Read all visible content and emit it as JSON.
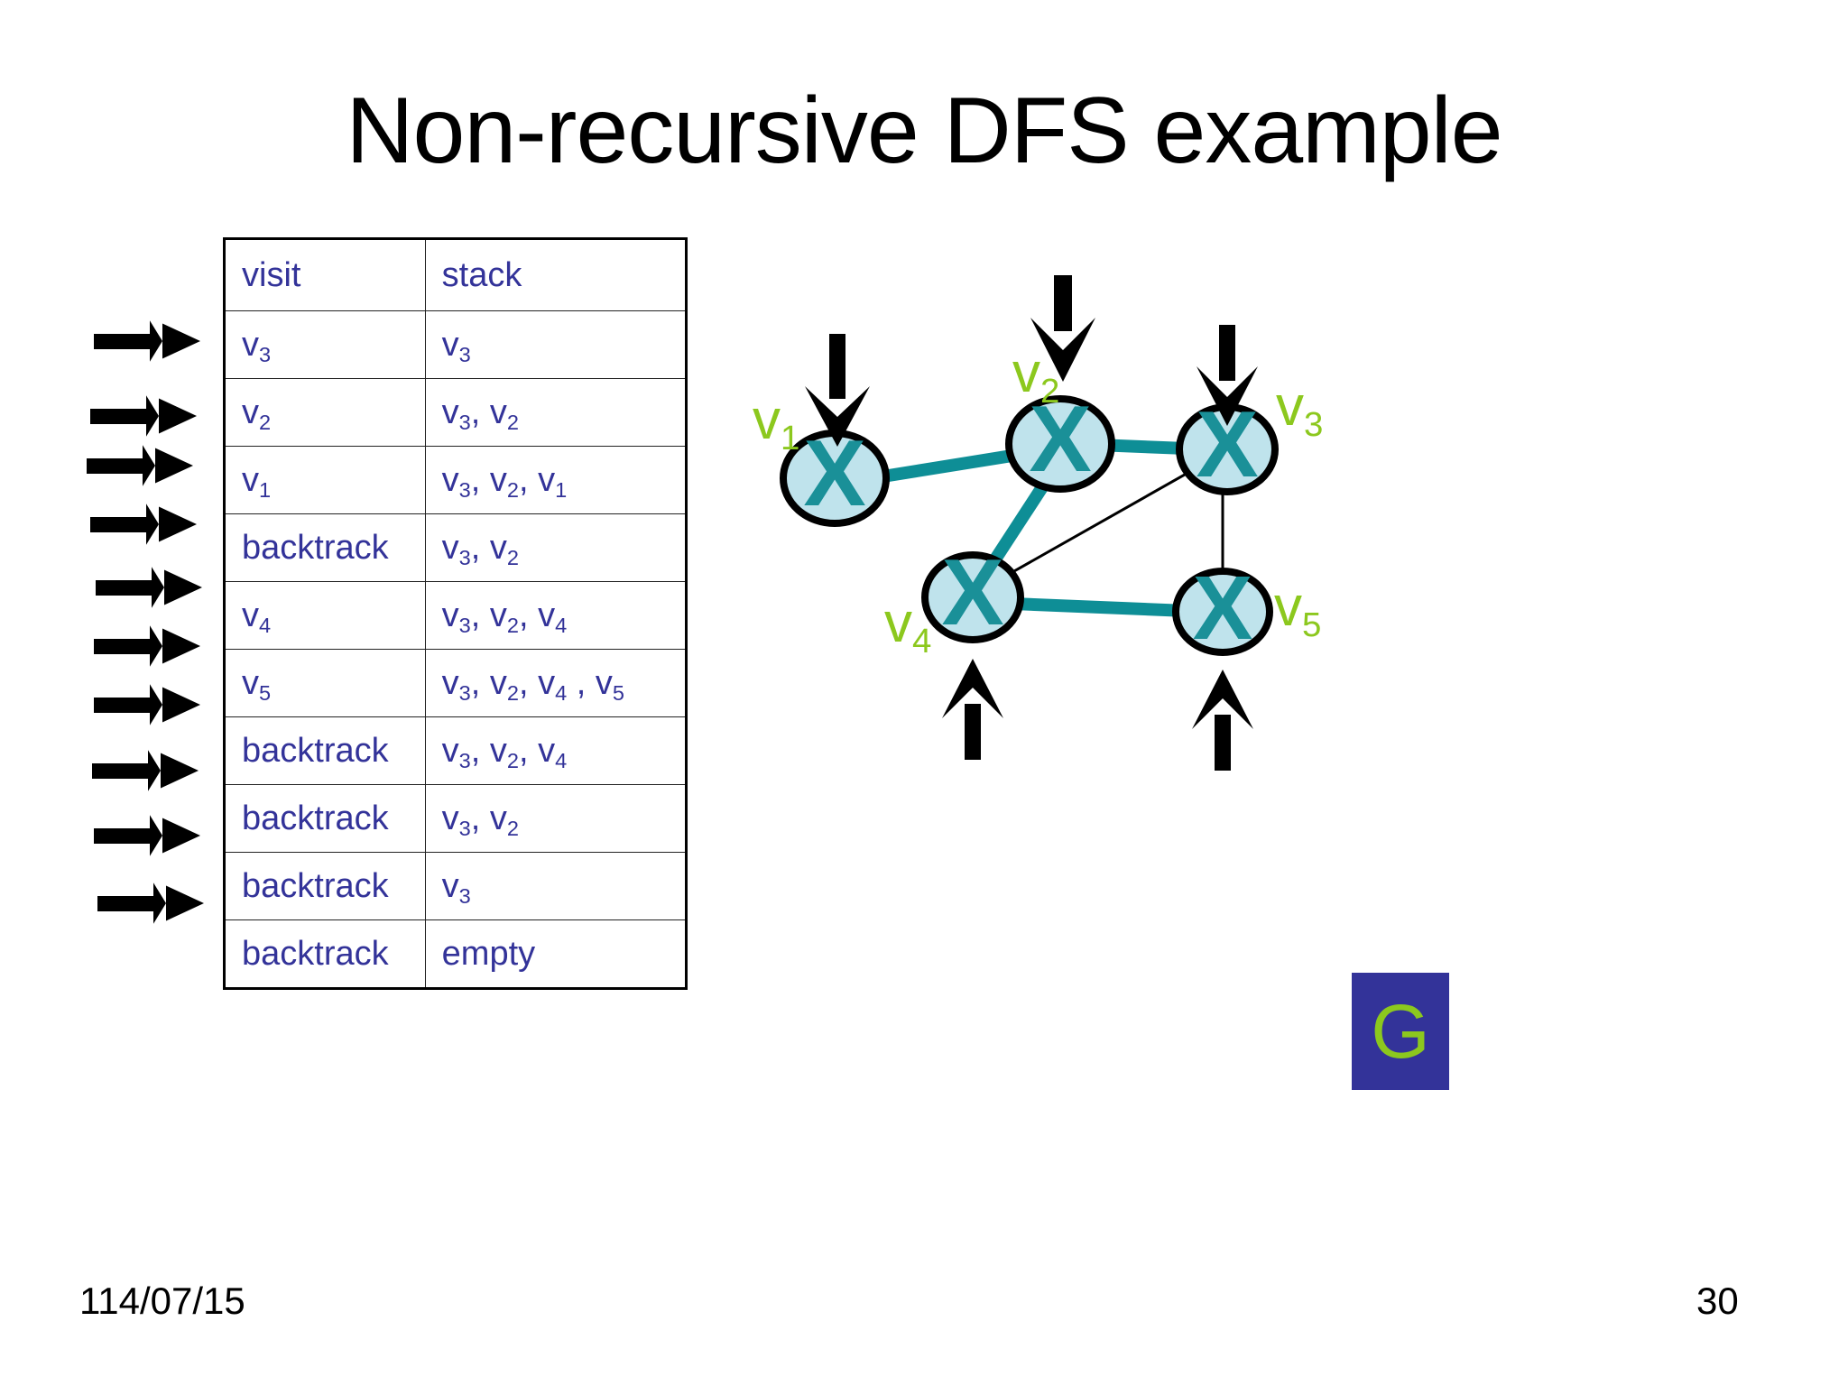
{
  "slide": {
    "title": "Non-recursive DFS example",
    "footer_date": "114/07/15",
    "page_number": "30"
  },
  "table": {
    "headers": [
      "visit",
      "stack"
    ],
    "rows": [
      {
        "visit": "v3",
        "visit_base": "v",
        "visit_sub": "3",
        "stack": "v3"
      },
      {
        "visit": "v2",
        "visit_base": "v",
        "visit_sub": "2",
        "stack": "v3, v2"
      },
      {
        "visit": "v1",
        "visit_base": "v",
        "visit_sub": "1",
        "stack": "v3, v2, v1"
      },
      {
        "visit": "backtrack",
        "visit_base": "backtrack",
        "visit_sub": "",
        "stack": "v3, v2"
      },
      {
        "visit": "v4",
        "visit_base": "v",
        "visit_sub": "4",
        "stack": "v3, v2, v4"
      },
      {
        "visit": "v5",
        "visit_base": "v",
        "visit_sub": "5",
        "stack": "v3, v2, v4 , v5"
      },
      {
        "visit": "backtrack",
        "visit_base": "backtrack",
        "visit_sub": "",
        "stack": "v3, v2, v4"
      },
      {
        "visit": "backtrack",
        "visit_base": "backtrack",
        "visit_sub": "",
        "stack": "v3, v2"
      },
      {
        "visit": "backtrack",
        "visit_base": "backtrack",
        "visit_sub": "",
        "stack": "v3"
      },
      {
        "visit": "backtrack",
        "visit_base": "backtrack",
        "visit_sub": "",
        "stack": "empty"
      }
    ],
    "row_arrow_count": 10
  },
  "graph": {
    "caption_box_letter": "G",
    "nodes": [
      {
        "id": "v1",
        "base": "v",
        "sub": "1",
        "label": "v1",
        "visited": true
      },
      {
        "id": "v2",
        "base": "v",
        "sub": "2",
        "label": "v2",
        "visited": true
      },
      {
        "id": "v3",
        "base": "v",
        "sub": "3",
        "label": "v3",
        "visited": true
      },
      {
        "id": "v4",
        "base": "v",
        "sub": "4",
        "label": "v4",
        "visited": true
      },
      {
        "id": "v5",
        "base": "v",
        "sub": "5",
        "label": "v5",
        "visited": true
      }
    ],
    "edges": [
      {
        "from": "v1",
        "to": "v2",
        "style": "tree"
      },
      {
        "from": "v2",
        "to": "v3",
        "style": "tree"
      },
      {
        "from": "v2",
        "to": "v4",
        "style": "tree"
      },
      {
        "from": "v4",
        "to": "v5",
        "style": "tree"
      },
      {
        "from": "v3",
        "to": "v4",
        "style": "thin"
      },
      {
        "from": "v3",
        "to": "v5",
        "style": "thin"
      }
    ],
    "pointer_arrows": [
      {
        "target": "v1",
        "direction": "down"
      },
      {
        "target": "v2",
        "direction": "down"
      },
      {
        "target": "v3",
        "direction": "down"
      },
      {
        "target": "v4",
        "direction": "up"
      },
      {
        "target": "v5",
        "direction": "up"
      }
    ]
  },
  "colors": {
    "node_fill": "#BFE3EC",
    "node_stroke": "#000000",
    "cross_mark": "#1A9098",
    "tree_edge": "#0E8E96",
    "thin_edge": "#000000",
    "label_green": "#8CC81E",
    "table_text": "#333399",
    "g_box_bg": "#333399",
    "arrow_black": "#000000"
  }
}
